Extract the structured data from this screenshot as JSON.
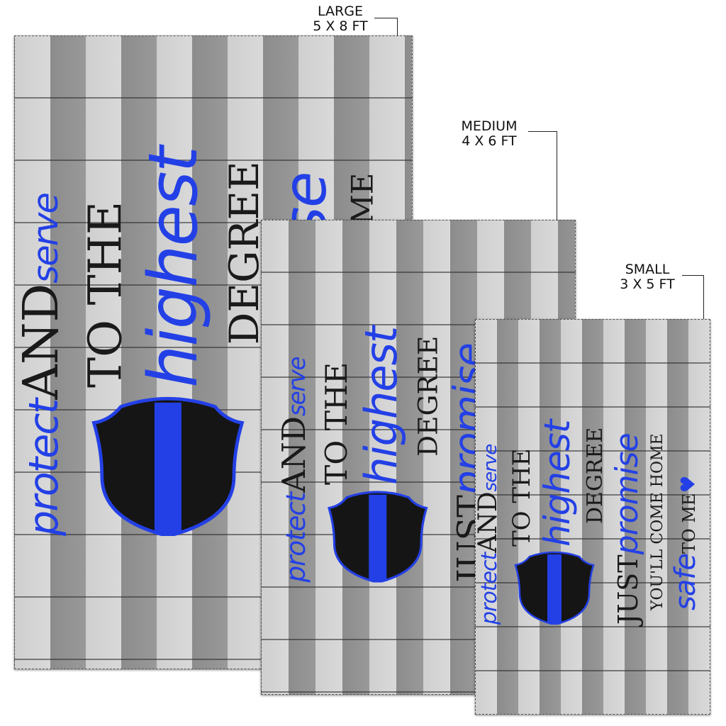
{
  "sizes": [
    {
      "name": "LARGE",
      "dims": "5 X 8  FT"
    },
    {
      "name": "MEDIUM",
      "dims": "4 X 6  FT"
    },
    {
      "name": "SMALL",
      "dims": "3 X 5  FT"
    }
  ],
  "design": {
    "protect": "protect",
    "and": "AND",
    "serve": "serve",
    "to_the": "TO THE",
    "highest": "highest",
    "degree": "DEGREE",
    "just": "JUST",
    "promise": "promise",
    "come_home": "YOU'LL COME HOME",
    "safe": "safe",
    "to_me": "TO ME",
    "heart": "♥"
  },
  "colors": {
    "accent_blue": "#2340e6",
    "shield": "#151515"
  }
}
